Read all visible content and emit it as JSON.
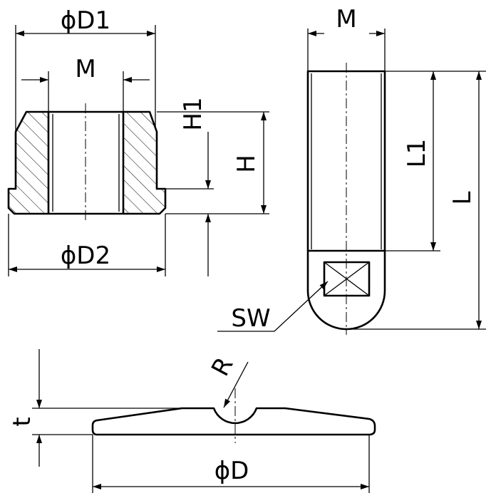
{
  "title": "Technical drawing: threaded bushing, threaded bolt and washer with spherical recess",
  "labels": {
    "d1": "ϕD1",
    "m_bushing": "M",
    "h1": "H1",
    "h": "H",
    "d2": "ϕD2",
    "m_bolt": "M",
    "l1": "L1",
    "l": "L",
    "sw": "SW",
    "r": "R",
    "t": "t",
    "d": "ϕD"
  }
}
